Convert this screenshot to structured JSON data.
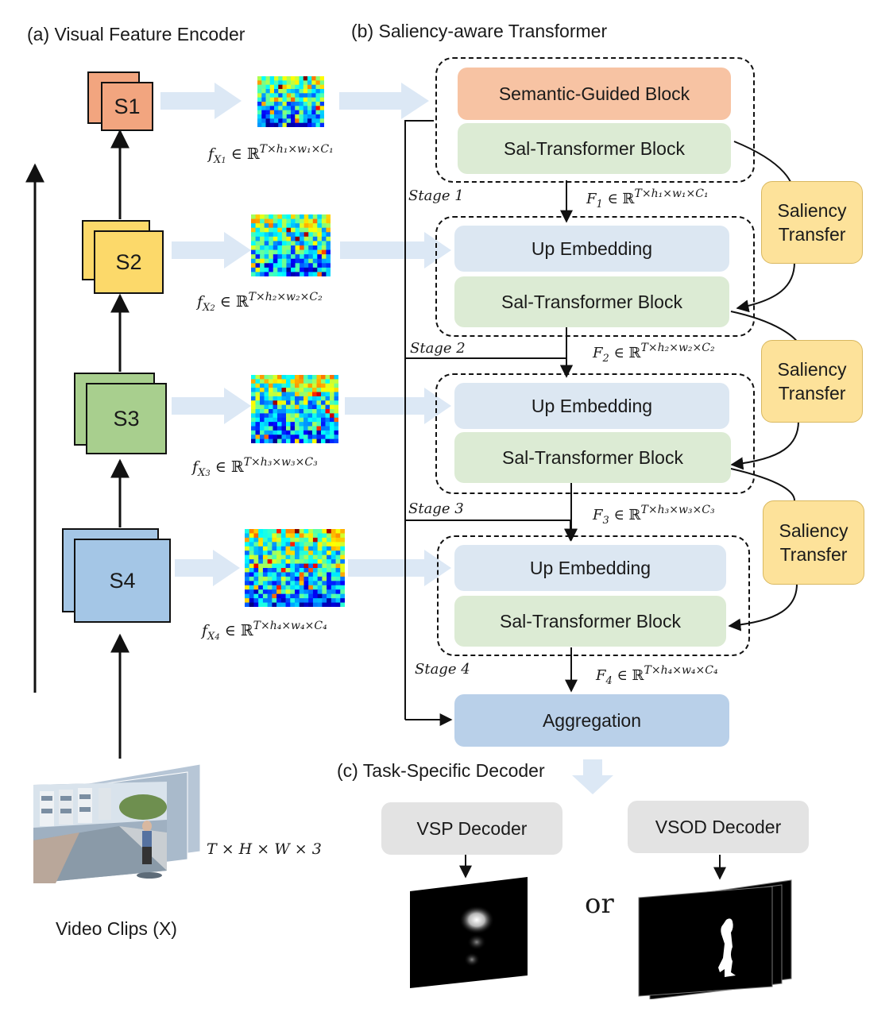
{
  "sections": {
    "encoder_title": "(a) Visual Feature Encoder",
    "transformer_title": "(b) Saliency-aware Transformer",
    "decoder_title": "(c) Task-Specific Decoder"
  },
  "encoder": {
    "stages": [
      "S1",
      "S2",
      "S3",
      "S4"
    ],
    "stage_colors": [
      "#f2a57f",
      "#fcd96a",
      "#a8cf8e",
      "#a4c6e6"
    ],
    "input_label": "Video Clips (X)",
    "input_shape": "T × H × W × 3"
  },
  "features": [
    {
      "symbol": "f",
      "sub": "X",
      "subsub": "1",
      "dims": "T×h₁×w₁×C₁"
    },
    {
      "symbol": "f",
      "sub": "X",
      "subsub": "2",
      "dims": "T×h₂×w₂×C₂"
    },
    {
      "symbol": "f",
      "sub": "X",
      "subsub": "3",
      "dims": "T×h₃×w₃×C₃"
    },
    {
      "symbol": "f",
      "sub": "X",
      "subsub": "4",
      "dims": "T×h₄×w₄×C₄"
    }
  ],
  "transformer": {
    "semantic_block": "Semantic-Guided Block",
    "sal_block": "Sal-Transformer Block",
    "up_embedding": "Up Embedding",
    "aggregation": "Aggregation",
    "saliency_transfer": "Saliency Transfer",
    "stage_labels": [
      "Stage 1",
      "Stage 2",
      "Stage 3",
      "Stage 4"
    ],
    "outputs": [
      {
        "symbol": "F",
        "sub": "1",
        "dims": "T×h₁×w₁×C₁"
      },
      {
        "symbol": "F",
        "sub": "2",
        "dims": "T×h₂×w₂×C₂"
      },
      {
        "symbol": "F",
        "sub": "3",
        "dims": "T×h₃×w₃×C₃"
      },
      {
        "symbol": "F",
        "sub": "4",
        "dims": "T×h₄×w₄×C₄"
      }
    ]
  },
  "decoder": {
    "vsp": "VSP Decoder",
    "vsod": "VSOD Decoder",
    "or_word": "or"
  }
}
